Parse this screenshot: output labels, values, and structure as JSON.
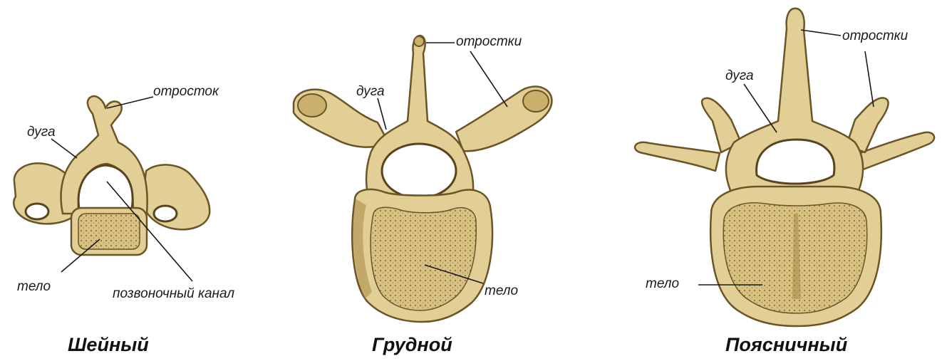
{
  "cervical": {
    "caption": "Шейный",
    "labels": {
      "process": "отросток",
      "arch": "дуга",
      "body": "тело",
      "canal": "позвоночный канал"
    }
  },
  "thoracic": {
    "caption": "Грудной",
    "labels": {
      "processes": "отростки",
      "arch": "дуга",
      "body": "тело"
    }
  },
  "lumbar": {
    "caption": "Поясничный",
    "labels": {
      "processes": "отростки",
      "arch": "дуга",
      "body": "тело"
    }
  },
  "colors": {
    "bone": "#e2cf96",
    "bone_outline": "#6b5426",
    "spongy": "#d6bf7c",
    "text": "#1a1a1a"
  }
}
